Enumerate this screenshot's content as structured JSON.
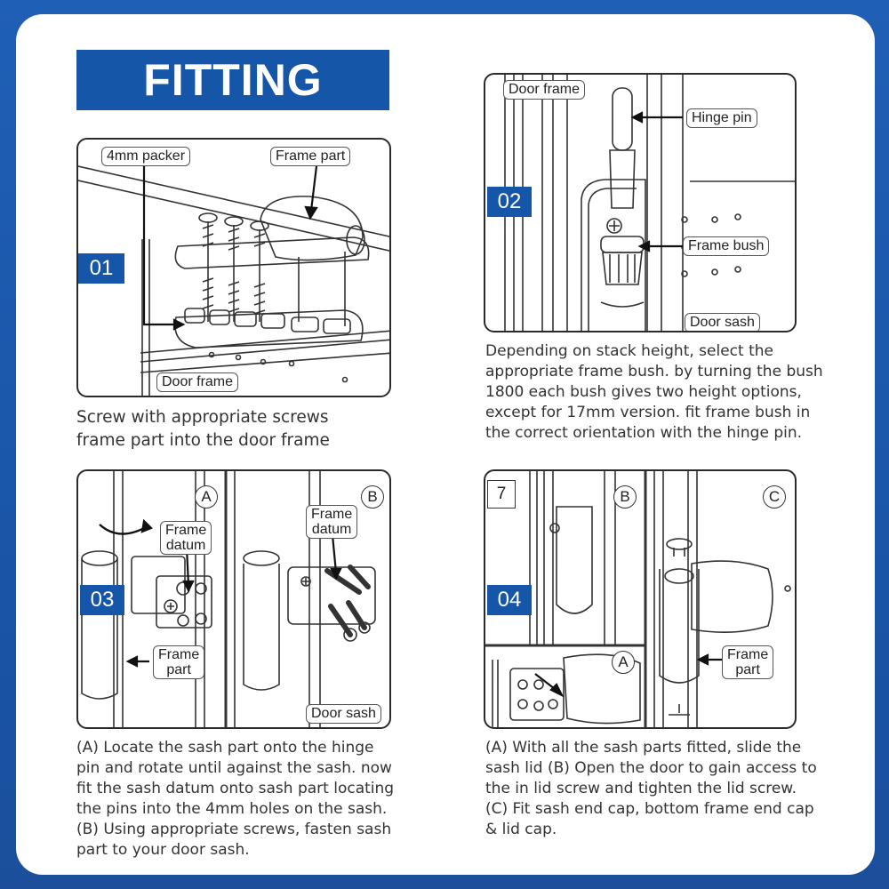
{
  "title": "FITTING",
  "step1": {
    "number": "01",
    "labels": {
      "packer": "4mm packer",
      "frame_part": "Frame part",
      "door_frame": "Door frame"
    },
    "caption": "Screw with appropriate screws\nframe part into the door frame"
  },
  "step2": {
    "number": "02",
    "labels": {
      "door_frame": "Door frame",
      "hinge_pin": "Hinge pin",
      "frame_bush": "Frame bush",
      "door_sash": "Door sash"
    },
    "caption": "Depending on stack height, select the\nappropriate frame bush. by turning the bush\n1800 each bush gives two height options,\nexcept for 17mm version. fit frame bush in\nthe correct orientation with the hinge pin."
  },
  "step3": {
    "number": "03",
    "letter_a": "A",
    "letter_b": "B",
    "labels": {
      "frame_datum_a": "Frame\ndatum",
      "frame_datum_b": "Frame\ndatum",
      "frame_part": "Frame\npart",
      "door_sash": "Door sash"
    },
    "caption": "(A) Locate the sash part onto the hinge\npin and rotate until against the sash. now\nfit the sash datum onto sash part locating\nthe pins into the 4mm holes on the sash.\n(B) Using appropriate screws, fasten sash\npart to your door sash."
  },
  "step4": {
    "number": "04",
    "step_box": "7",
    "letter_a": "A",
    "letter_b": "B",
    "letter_c": "C",
    "labels": {
      "frame_part": "Frame\npart"
    },
    "caption": "(A) With all the sash parts fitted, slide the\nsash lid (B) Open the door to gain access to\nthe in lid screw and tighten the lid screw.\n(C) Fit sash end cap, bottom frame end cap\n& lid cap."
  },
  "colors": {
    "brand_blue": "#1556a8",
    "background_blue": "#1f5fb5"
  }
}
